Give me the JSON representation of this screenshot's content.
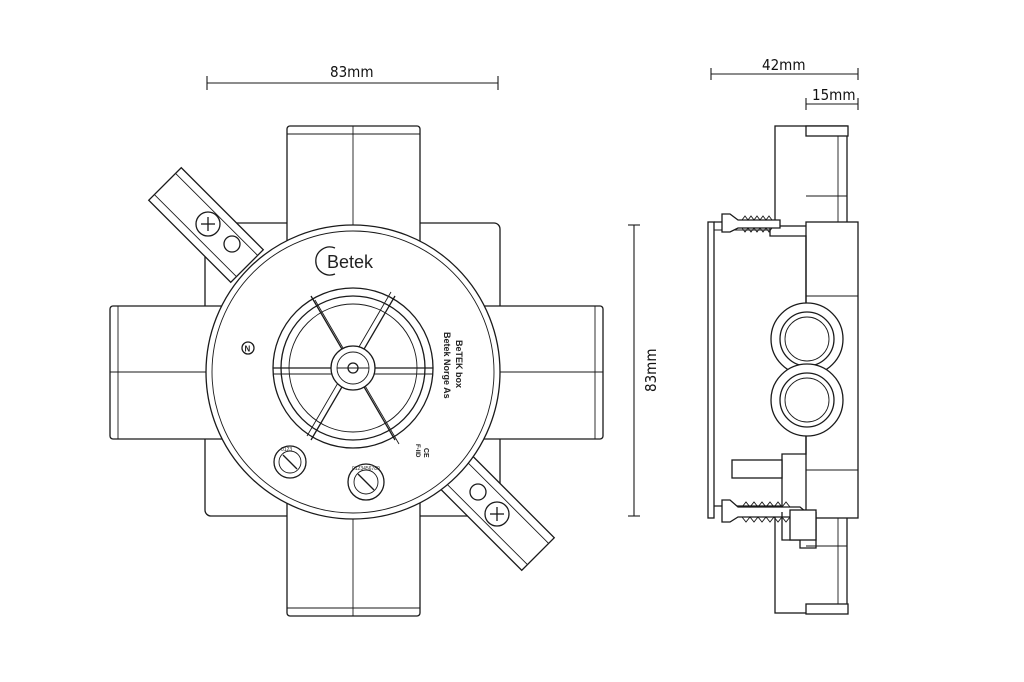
{
  "dimensions": {
    "top_width": "83mm",
    "front_height": "83mm",
    "side_depth": "42mm",
    "side_flange": "15mm"
  },
  "labels": {
    "brand": "Betek",
    "product_line_1": "BeTEK box",
    "product_line_2": "Betek Norge As",
    "marking": "N",
    "cert_line_1": "CE",
    "cert_line_2": "F-IID",
    "dial_left": "0123",
    "dial_right": "0123456789"
  }
}
